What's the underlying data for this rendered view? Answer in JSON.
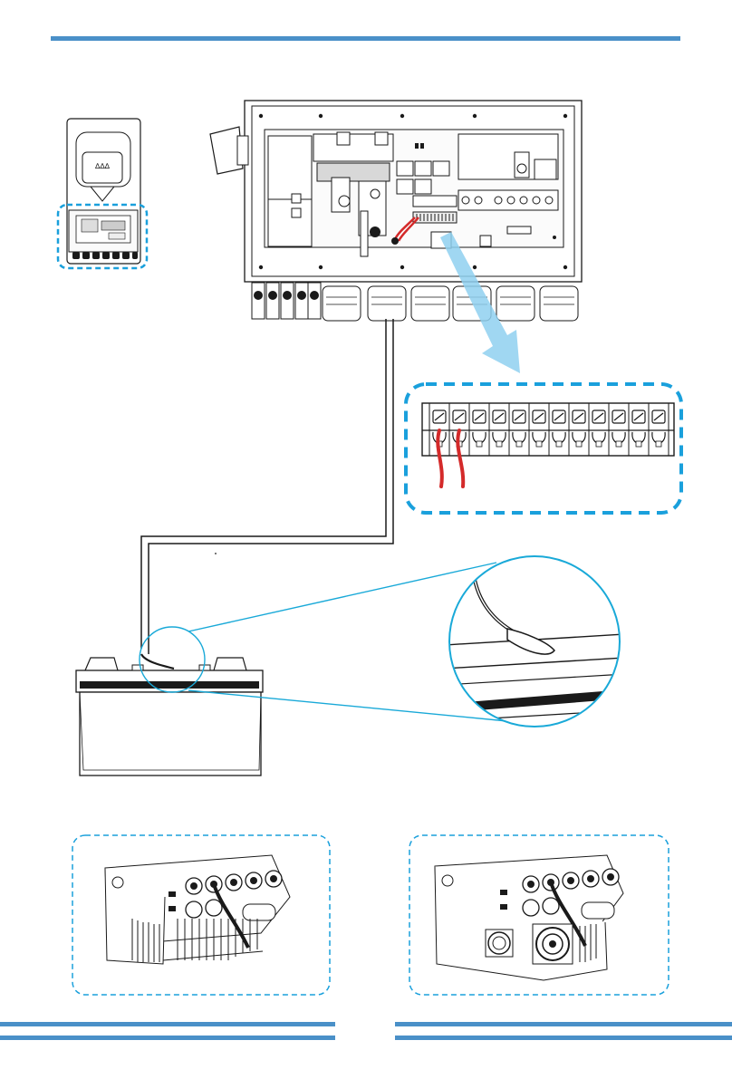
{
  "colors": {
    "accent": "#4a90c8",
    "dash": "#1aa0dc",
    "wire": "#d42a2a",
    "line": "#1a1a1a",
    "callout": "#19a9d8",
    "arrow": "#8fd0f0"
  },
  "labels": {
    "device_symbols": "∆∆∆"
  },
  "terminal_block": {
    "terminal_count": 12,
    "wired_terminals": [
      1,
      2
    ]
  },
  "icons": {
    "inverter_thumbnail": "inverter-icon",
    "battery": "battery-icon",
    "temperature_probe": "probe-icon"
  }
}
